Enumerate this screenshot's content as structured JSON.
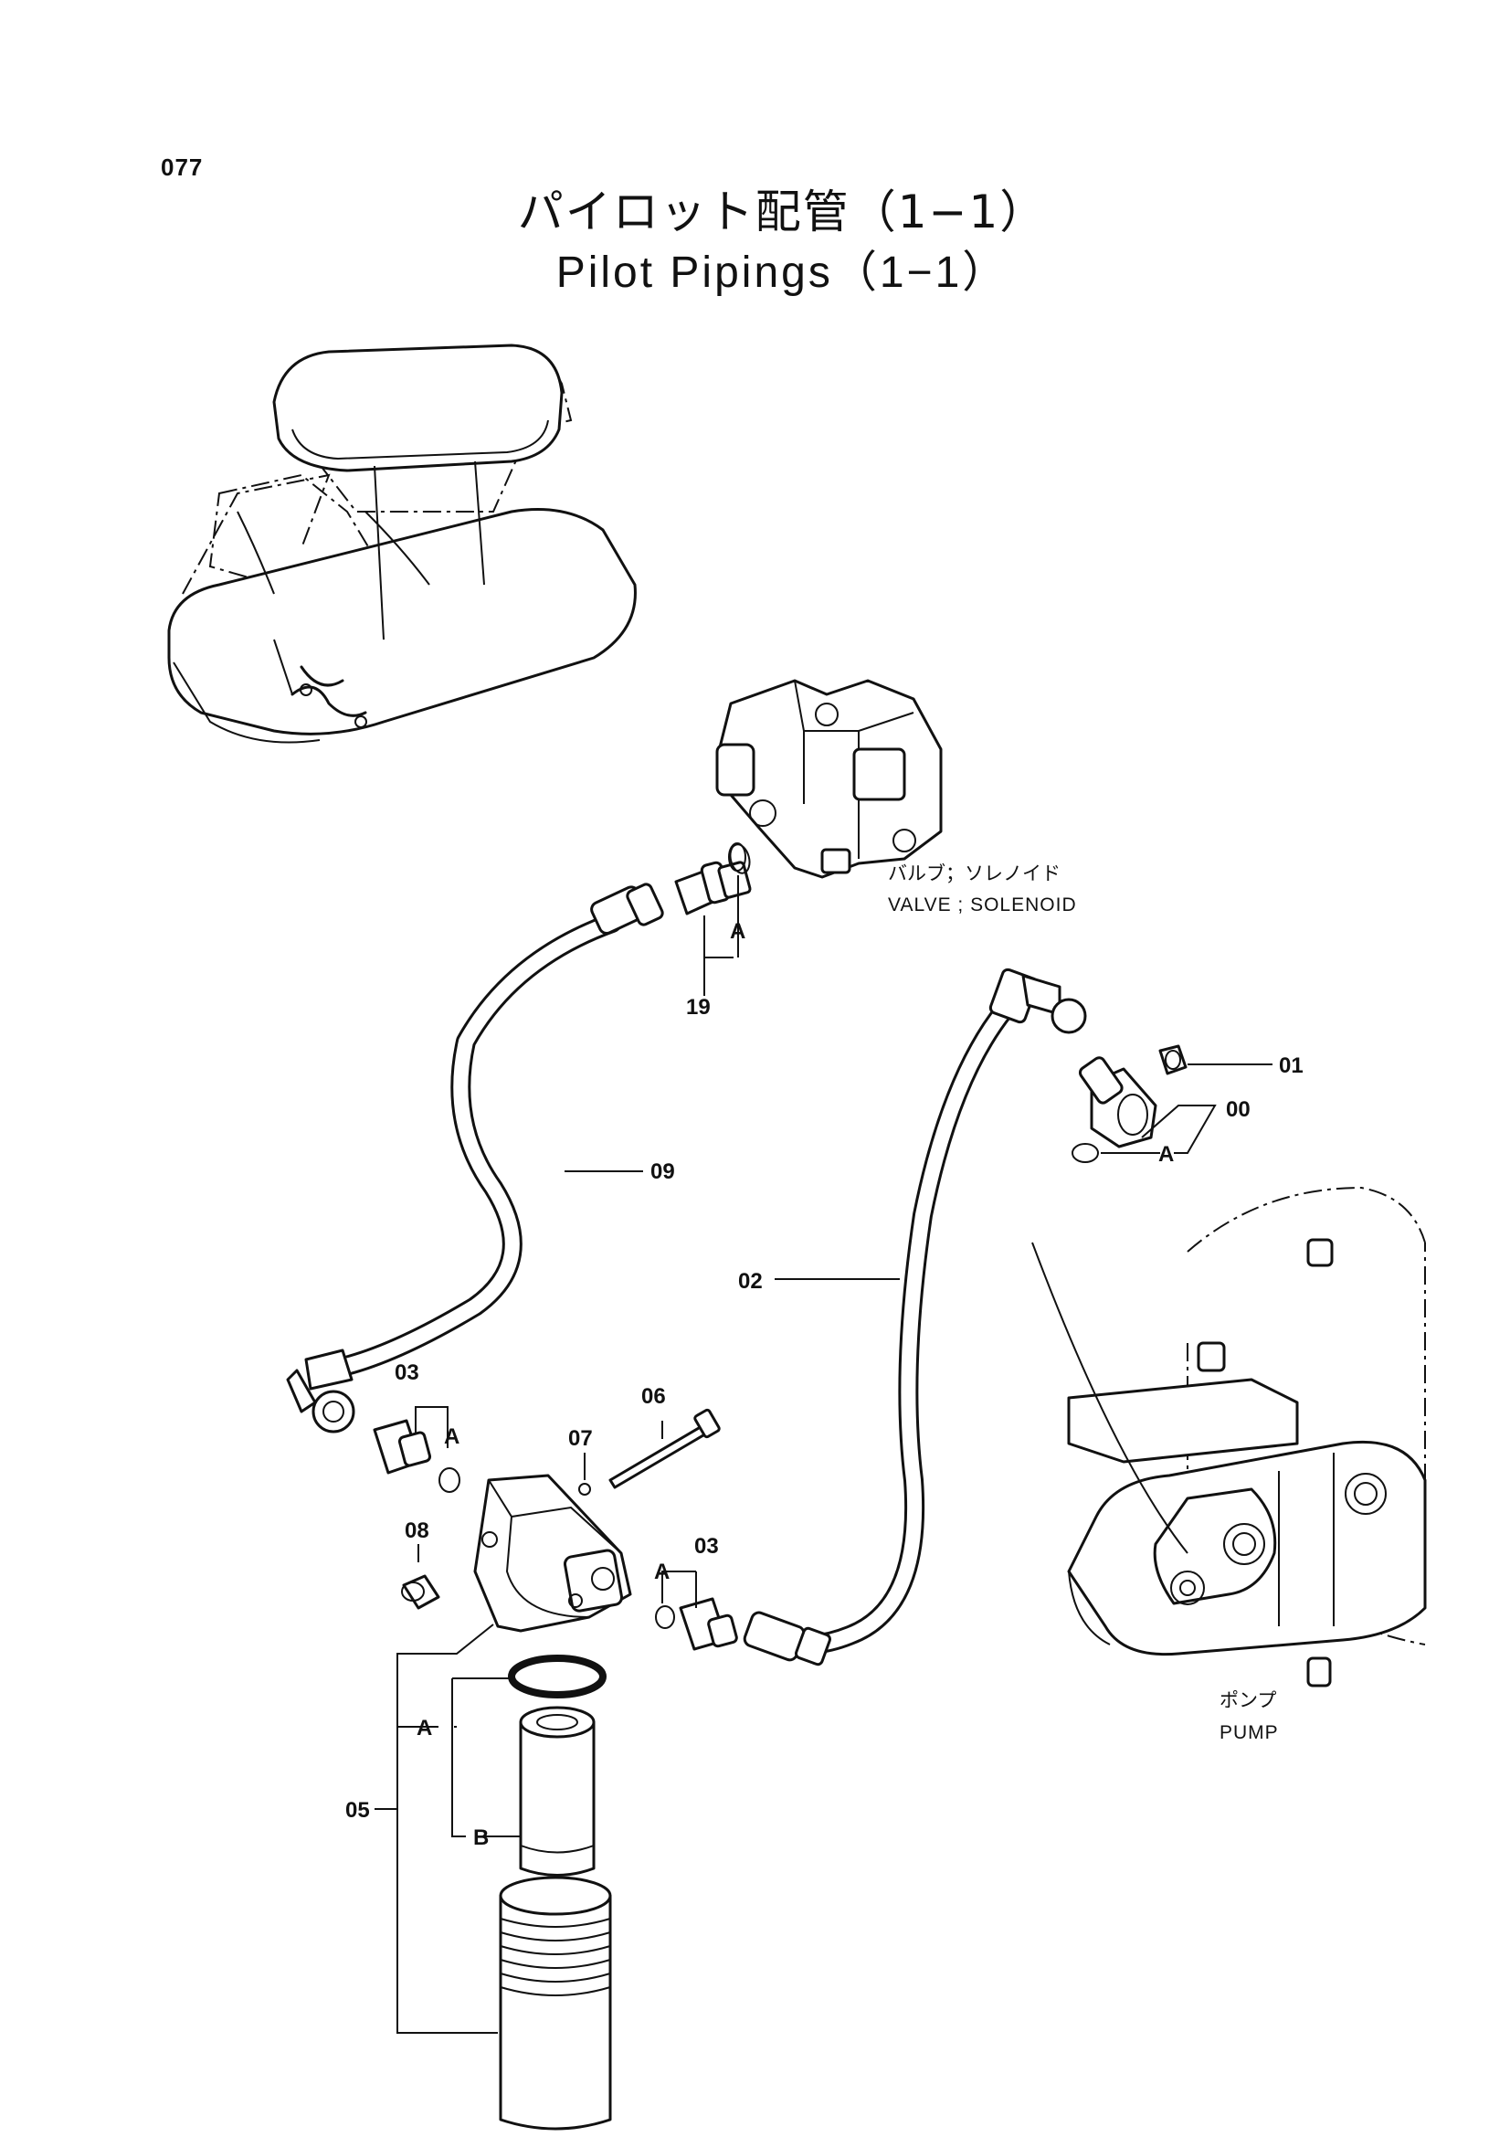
{
  "page_number": "077",
  "title_jp": "パイロット配管（1−1）",
  "title_en": "Pilot Pipings（1−1）",
  "components": {
    "valve_jp": "バルブ；ソレノイド",
    "valve_en": "VALVE ; SOLENOID",
    "pump_jp": "ポンプ",
    "pump_en": "PUMP"
  },
  "callouts": {
    "p00": "00",
    "p01": "01",
    "p02": "02",
    "p03a": "03",
    "p03b": "03",
    "p05": "05",
    "p06": "06",
    "p07": "07",
    "p08": "08",
    "p09": "09",
    "p19": "19",
    "group_a1": "A",
    "group_a2": "A",
    "group_a3": "A",
    "group_a4": "A",
    "group_a5": "A",
    "group_b": "B"
  }
}
